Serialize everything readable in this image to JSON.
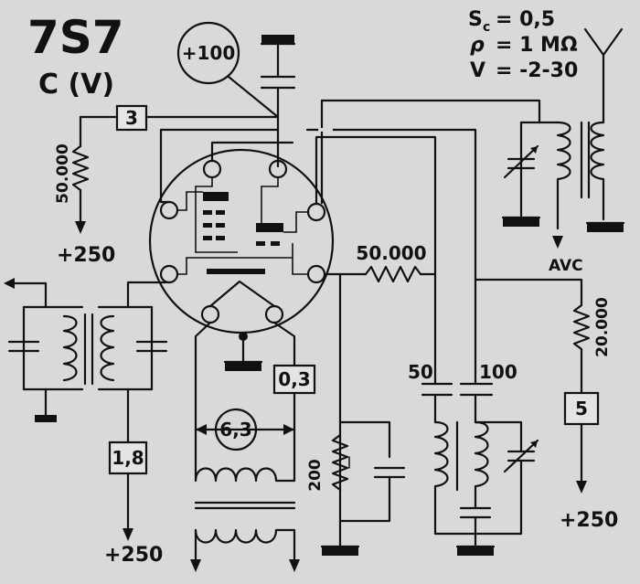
{
  "tube": {
    "type": "7S7",
    "sub": "C (V)"
  },
  "params": {
    "sc": "S",
    "sc_sub": "c",
    "sc_val": "= 0,5",
    "rho": "ρ",
    "rho_val": "= 1 MΩ",
    "v": "V",
    "v_val": "= -2-30"
  },
  "labels": {
    "plus100": "+100",
    "box3": "3",
    "r_50000_left": "50.000",
    "plus250_left": "+250",
    "r_50000_mid": "50.000",
    "avc": "AVC",
    "r_20000": "20.000",
    "box5": "5",
    "plus250_right": "+250",
    "box03": "0,3",
    "circle63": "6,3",
    "box18": "1,8",
    "plus250_bottom": "+250",
    "c50": "50",
    "c100": "100",
    "r200": "200"
  }
}
